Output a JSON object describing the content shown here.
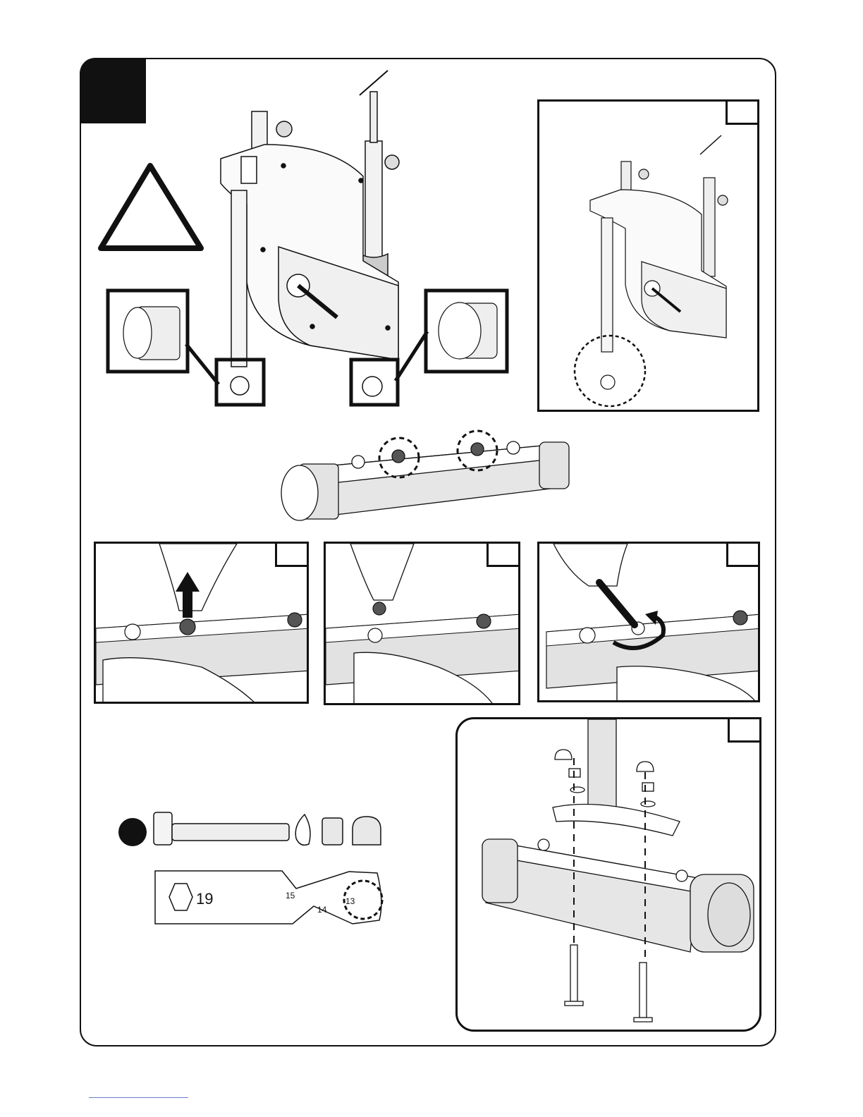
{
  "wrench": {
    "size_19": "19",
    "size_15": "15",
    "size_14": "14",
    "size_13": "13"
  },
  "colors": {
    "ink": "#111111",
    "shade": "#d9d9d9",
    "cap_dark": "#555555",
    "footer_line": "#6a7fd0"
  },
  "icons": {
    "warning": "warning-triangle-icon",
    "arrow_up": "arrow-up-icon",
    "rotate": "rotate-arrow-icon",
    "bullet": "bullet-icon"
  }
}
